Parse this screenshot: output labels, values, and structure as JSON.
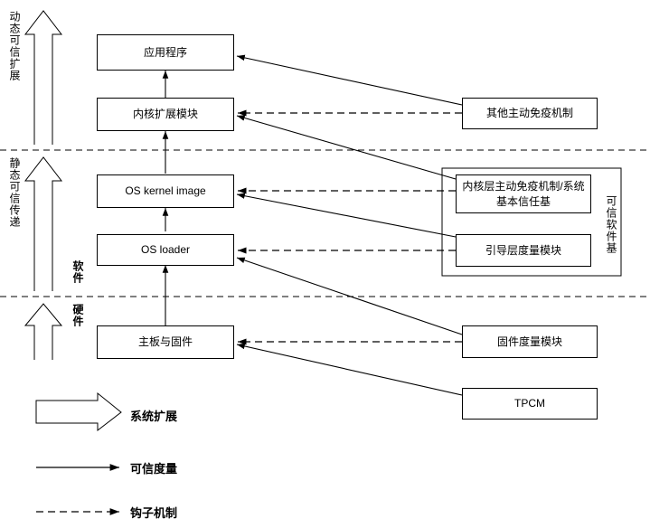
{
  "diagram": {
    "title_hidden": "",
    "left_axis_labels": [
      {
        "id": "dynamic",
        "text": "动态可信扩展"
      },
      {
        "id": "static",
        "text": "静态可信传递"
      }
    ],
    "layer_labels": [
      {
        "id": "software",
        "text": "软件"
      },
      {
        "id": "hardware",
        "text": "硬件"
      }
    ],
    "right_group_label": "可信软件基",
    "left_column_boxes": [
      {
        "id": "app",
        "text": "应用程序"
      },
      {
        "id": "kernel-ext",
        "text": "内核扩展模块"
      },
      {
        "id": "os-kernel-image",
        "text": "OS kernel image"
      },
      {
        "id": "os-loader",
        "text": "OS loader"
      },
      {
        "id": "board-firmware",
        "text": "主板与固件"
      }
    ],
    "right_column_boxes": [
      {
        "id": "other-immune",
        "text": "其他主动免疫机制"
      },
      {
        "id": "kernel-immune",
        "text": "内核层主动免疫机制/系统基本信任基"
      },
      {
        "id": "boot-measure",
        "text": "引导层度量模块"
      },
      {
        "id": "firmware-measure",
        "text": "固件度量模块"
      },
      {
        "id": "tpcm",
        "text": "TPCM"
      }
    ],
    "legend": [
      {
        "id": "system-extension",
        "symbol": "block-arrow",
        "text": "系统扩展"
      },
      {
        "id": "trusted-measure",
        "symbol": "solid-arrow",
        "text": "可信度量"
      },
      {
        "id": "hook-mechanism",
        "symbol": "dashed-arrow",
        "text": "钩子机制"
      }
    ],
    "colors": {
      "line": "#000000",
      "background": "#ffffff",
      "text": "#000000"
    }
  }
}
